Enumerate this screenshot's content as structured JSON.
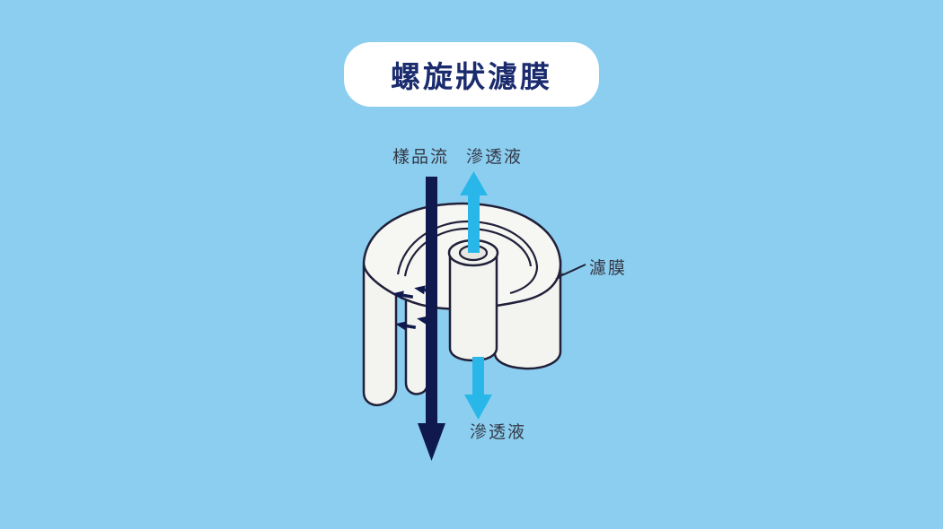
{
  "title": "螺旋狀濾膜",
  "labels": {
    "sample_flow": "樣品流",
    "permeate_top": "滲透液",
    "permeate_bottom": "滲透液",
    "membrane": "濾膜"
  },
  "colors": {
    "background": "#8cceef",
    "title_text": "#1a2b6e",
    "label_text": "#333846",
    "sample_arrow": "#10194d",
    "permeate_arrow": "#29b7ea",
    "outline": "#20203a",
    "membrane_fill": "#f3f3ef",
    "membrane_top_fill": "#f6f6f2",
    "core_hole_fill": "#e7e7e1"
  }
}
